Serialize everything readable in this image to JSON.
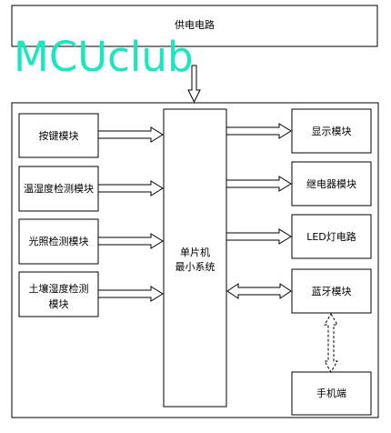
{
  "watermark": "MCUclub",
  "power": "供电电路",
  "mcu": {
    "line1": "单片机",
    "line2": "最小系统"
  },
  "inputs": {
    "keys": "按键模块",
    "temp_humidity": "温湿度检测模块",
    "light": "光照检测模块",
    "soil_line1": "土壤湿度检测",
    "soil_line2": "模块"
  },
  "outputs": {
    "display": "显示模块",
    "relay": "继电器模块",
    "led": "LED灯电路",
    "bluetooth": "蓝牙模块",
    "phone": "手机端"
  },
  "colors": {
    "watermark": "#19e6c3",
    "line": "#000000"
  }
}
